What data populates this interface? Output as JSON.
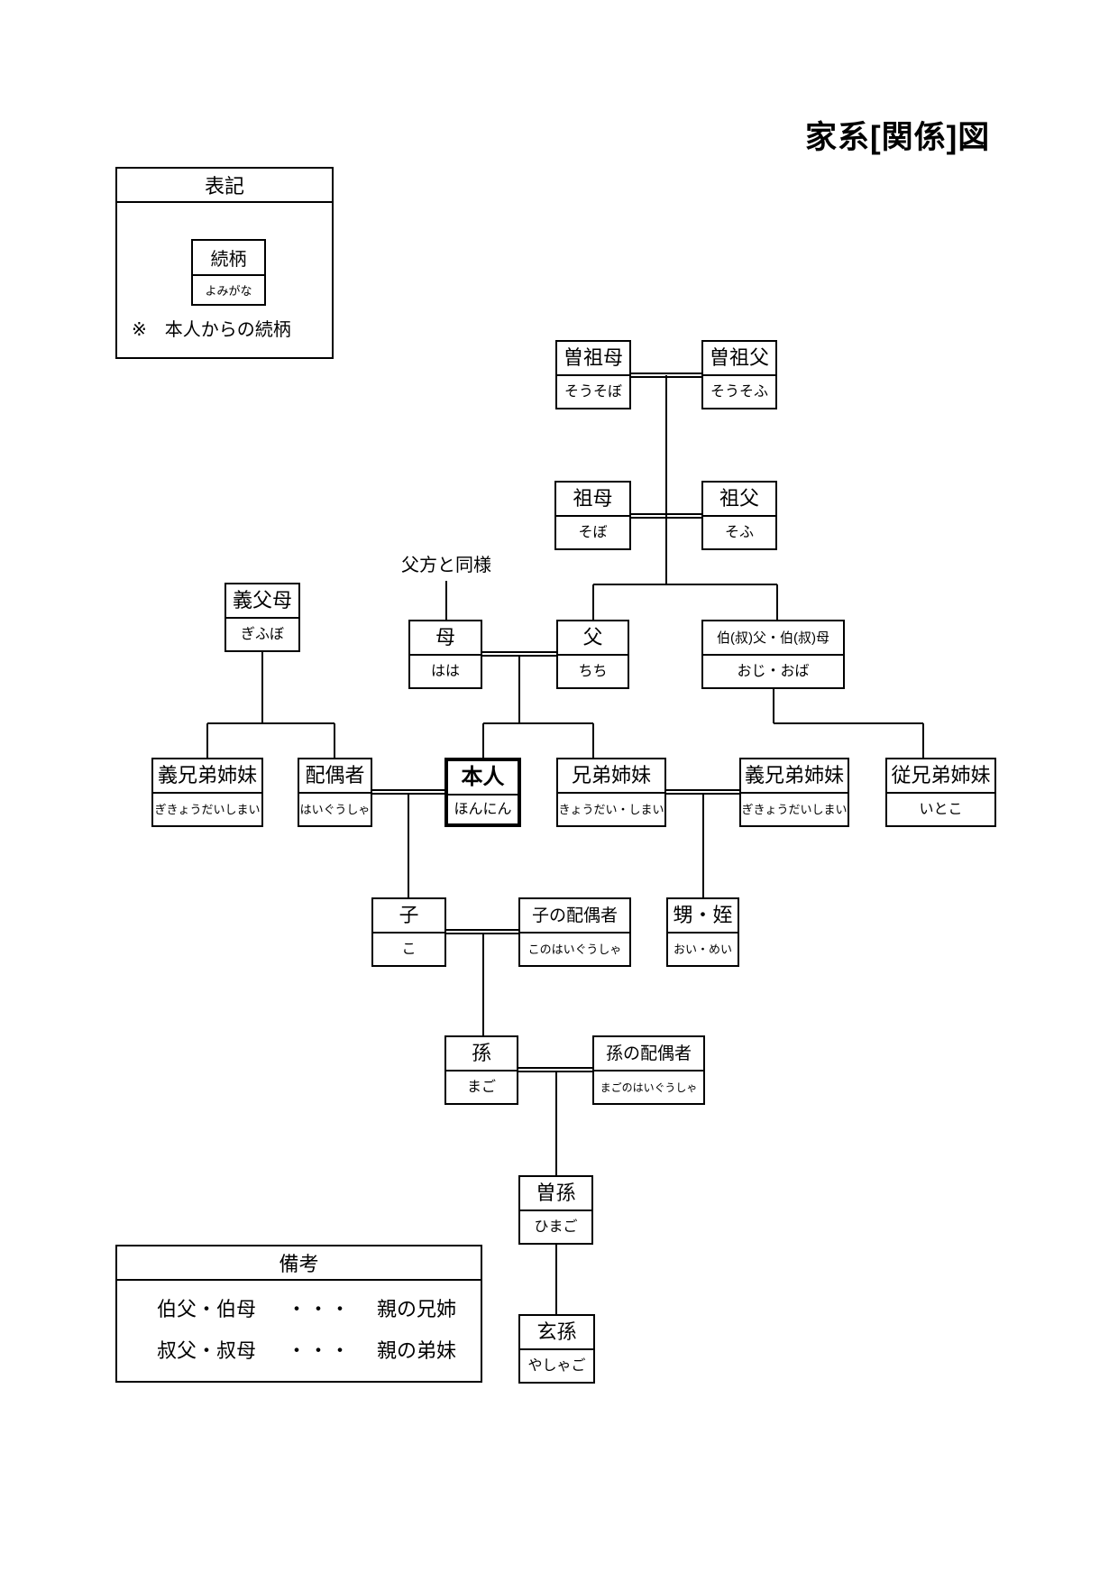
{
  "title": "家系[関係]図",
  "legend": {
    "header": "表記",
    "sample": {
      "title": "続柄",
      "reading": "よみがな"
    },
    "note": "※　本人からの続柄"
  },
  "annotation_paternal": "父方と同様",
  "nodes": {
    "great_grandmother": {
      "title": "曽祖母",
      "reading": "そうそぼ"
    },
    "great_grandfather": {
      "title": "曽祖父",
      "reading": "そうそふ"
    },
    "grandmother": {
      "title": "祖母",
      "reading": "そぼ"
    },
    "grandfather": {
      "title": "祖父",
      "reading": "そふ"
    },
    "parents_in_law": {
      "title": "義父母",
      "reading": "ぎふぼ"
    },
    "mother": {
      "title": "母",
      "reading": "はは"
    },
    "father": {
      "title": "父",
      "reading": "ちち"
    },
    "uncle_aunt": {
      "title": "伯(叔)父・伯(叔)母",
      "reading": "おじ・おば"
    },
    "siblings_in_law_spouse_side": {
      "title": "義兄弟姉妹",
      "reading": "ぎきょうだいしまい"
    },
    "spouse": {
      "title": "配偶者",
      "reading": "はいぐうしゃ"
    },
    "self": {
      "title": "本人",
      "reading": "ほんにん"
    },
    "siblings": {
      "title": "兄弟姉妹",
      "reading": "きょうだい・しまい"
    },
    "siblings_in_law": {
      "title": "義兄弟姉妹",
      "reading": "ぎきょうだいしまい"
    },
    "cousins": {
      "title": "従兄弟姉妹",
      "reading": "いとこ"
    },
    "child": {
      "title": "子",
      "reading": "こ"
    },
    "childs_spouse": {
      "title": "子の配偶者",
      "reading": "このはいぐうしゃ"
    },
    "nephew_niece": {
      "title": "甥・姪",
      "reading": "おい・めい"
    },
    "grandchild": {
      "title": "孫",
      "reading": "まご"
    },
    "grandchilds_spouse": {
      "title": "孫の配偶者",
      "reading": "まごのはいぐうしゃ"
    },
    "great_grandchild": {
      "title": "曽孫",
      "reading": "ひまご"
    },
    "great_great_grandchild": {
      "title": "玄孫",
      "reading": "やしゃご"
    }
  },
  "notes": {
    "header": "備考",
    "rows": [
      {
        "term": "伯父・伯母",
        "dots": "・・・",
        "desc": "親の兄姉"
      },
      {
        "term": "叔父・叔母",
        "dots": "・・・",
        "desc": "親の弟妹"
      }
    ]
  },
  "colors": {
    "line": "#000000",
    "background": "#ffffff"
  }
}
